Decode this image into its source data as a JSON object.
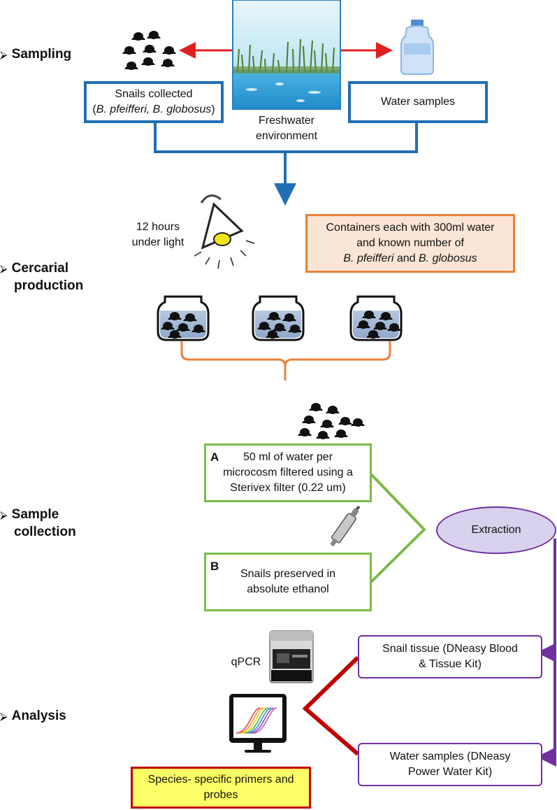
{
  "stages": {
    "sampling": "Sampling",
    "cercarial_line1": "Cercarial",
    "cercarial_line2": "production",
    "sample_line1": "Sample",
    "sample_line2": "collection",
    "analysis": "Analysis"
  },
  "sampling": {
    "snails_box_line1": "Snails collected",
    "snails_box_line2_open": "(",
    "snails_box_line2_italic": "B. pfeifferi, B. globosus",
    "snails_box_line2_close": ")",
    "water_box": "Water samples",
    "env_line1": "Freshwater",
    "env_line2": "environment"
  },
  "cercarial": {
    "light_line1": "12 hours",
    "light_line2": "under light",
    "containers_line1": "Containers each with 300ml water",
    "containers_line2": "and known number of",
    "containers_line3_a": "B. pfeifferi",
    "containers_line3_and": " and ",
    "containers_line3_b": "B. globosus"
  },
  "sample_collection": {
    "box_a_letter": "A",
    "box_a_line1": "50 ml of water per",
    "box_a_line2": "microcosm filtered using a",
    "box_a_line3": "Sterivex filter (0.22 um)",
    "box_b_letter": "B",
    "box_b_line1": "Snails preserved in",
    "box_b_line2": "absolute ethanol",
    "extraction": "Extraction"
  },
  "analysis": {
    "qpcr": "qPCR",
    "snail_tissue_line1": "Snail tissue (DNeasy Blood",
    "snail_tissue_line2": "& Tissue Kit)",
    "water_samples_line1": "Water samples (DNeasy",
    "water_samples_line2": "Power Water Kit)",
    "primers_line1": "Species- specific primers and",
    "primers_line2": "probes"
  },
  "colors": {
    "blue": "#1f6fb5",
    "red_arrow": "#e02020",
    "orange": "#e8823a",
    "orange_fill": "#fbe5d6",
    "green": "#7cba4a",
    "purple": "#7030a0",
    "extraction_fill": "#d9d2ee",
    "dark_red": "#c00000",
    "yellow_fill": "#ffff66"
  },
  "icons": [
    "snail-icon",
    "water-bottle-icon",
    "freshwater-lake-image",
    "lamp-icon",
    "jar-icon",
    "sterivex-filter-icon",
    "qpcr-machine-icon",
    "monitor-icon"
  ]
}
